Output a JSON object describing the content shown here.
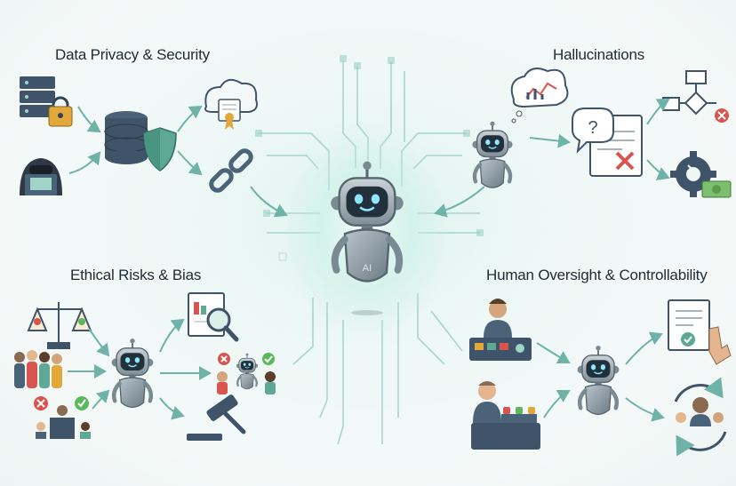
{
  "quadrants": {
    "top_left": {
      "title": "Data Privacy & Security"
    },
    "top_right": {
      "title": "Hallucinations"
    },
    "bottom_left": {
      "title": "Ethical Risks & Bias"
    },
    "bottom_right": {
      "title": "Human Oversight & Controllability"
    }
  },
  "robot_badge": "AI",
  "colors": {
    "teal": "#6fb3a8",
    "navy": "#2f4256",
    "red": "#d9534f",
    "green": "#5cb85c",
    "gold": "#e3a83a"
  }
}
